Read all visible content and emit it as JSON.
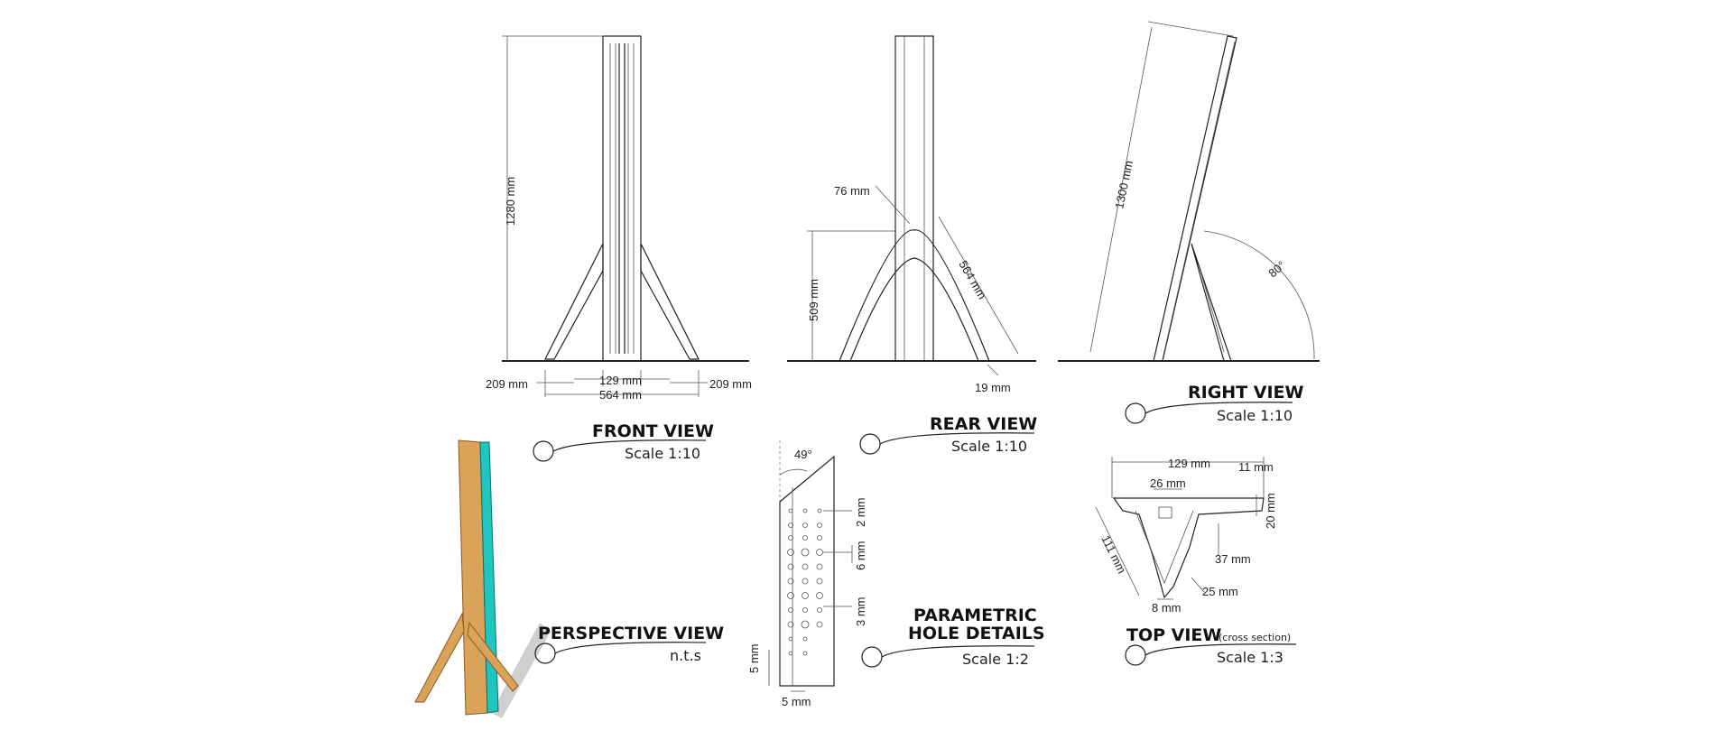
{
  "front_view": {
    "title": "FRONT VIEW",
    "scale": "Scale 1:10",
    "dims": {
      "height": "1280 mm",
      "left": "209 mm",
      "center": "129 mm",
      "right": "209 mm",
      "total": "564 mm"
    }
  },
  "rear_view": {
    "title": "REAR VIEW",
    "scale": "Scale 1:10",
    "dims": {
      "top": "76 mm",
      "height": "509 mm",
      "leg": "564 mm",
      "foot": "19 mm"
    }
  },
  "right_view": {
    "title": "RIGHT VIEW",
    "scale": "Scale 1:10",
    "dims": {
      "height": "1300 mm",
      "angle": "80°"
    }
  },
  "perspective_view": {
    "title": "PERSPECTIVE VIEW",
    "scale": "n.t.s",
    "colors": {
      "wood": "#d9a35a",
      "accent": "#1fc6c0",
      "shadow": "#cccccc"
    }
  },
  "hole_details": {
    "title_line1": "PARAMETRIC",
    "title_line2": "HOLE DETAILS",
    "scale": "Scale 1:2",
    "dims": {
      "angle": "49°",
      "d1": "2 mm",
      "d2": "6 mm",
      "d3": "3 mm",
      "d4": "5 mm",
      "d5": "5 mm"
    }
  },
  "top_view": {
    "title": "TOP VIEW",
    "subtitle": "(cross section)",
    "scale": "Scale 1:3",
    "dims": {
      "width": "129 mm",
      "edge": "11 mm",
      "inner": "26 mm",
      "depth": "20 mm",
      "side": "111 mm",
      "mid": "37 mm",
      "gap": "25 mm",
      "bottom": "8 mm"
    }
  }
}
